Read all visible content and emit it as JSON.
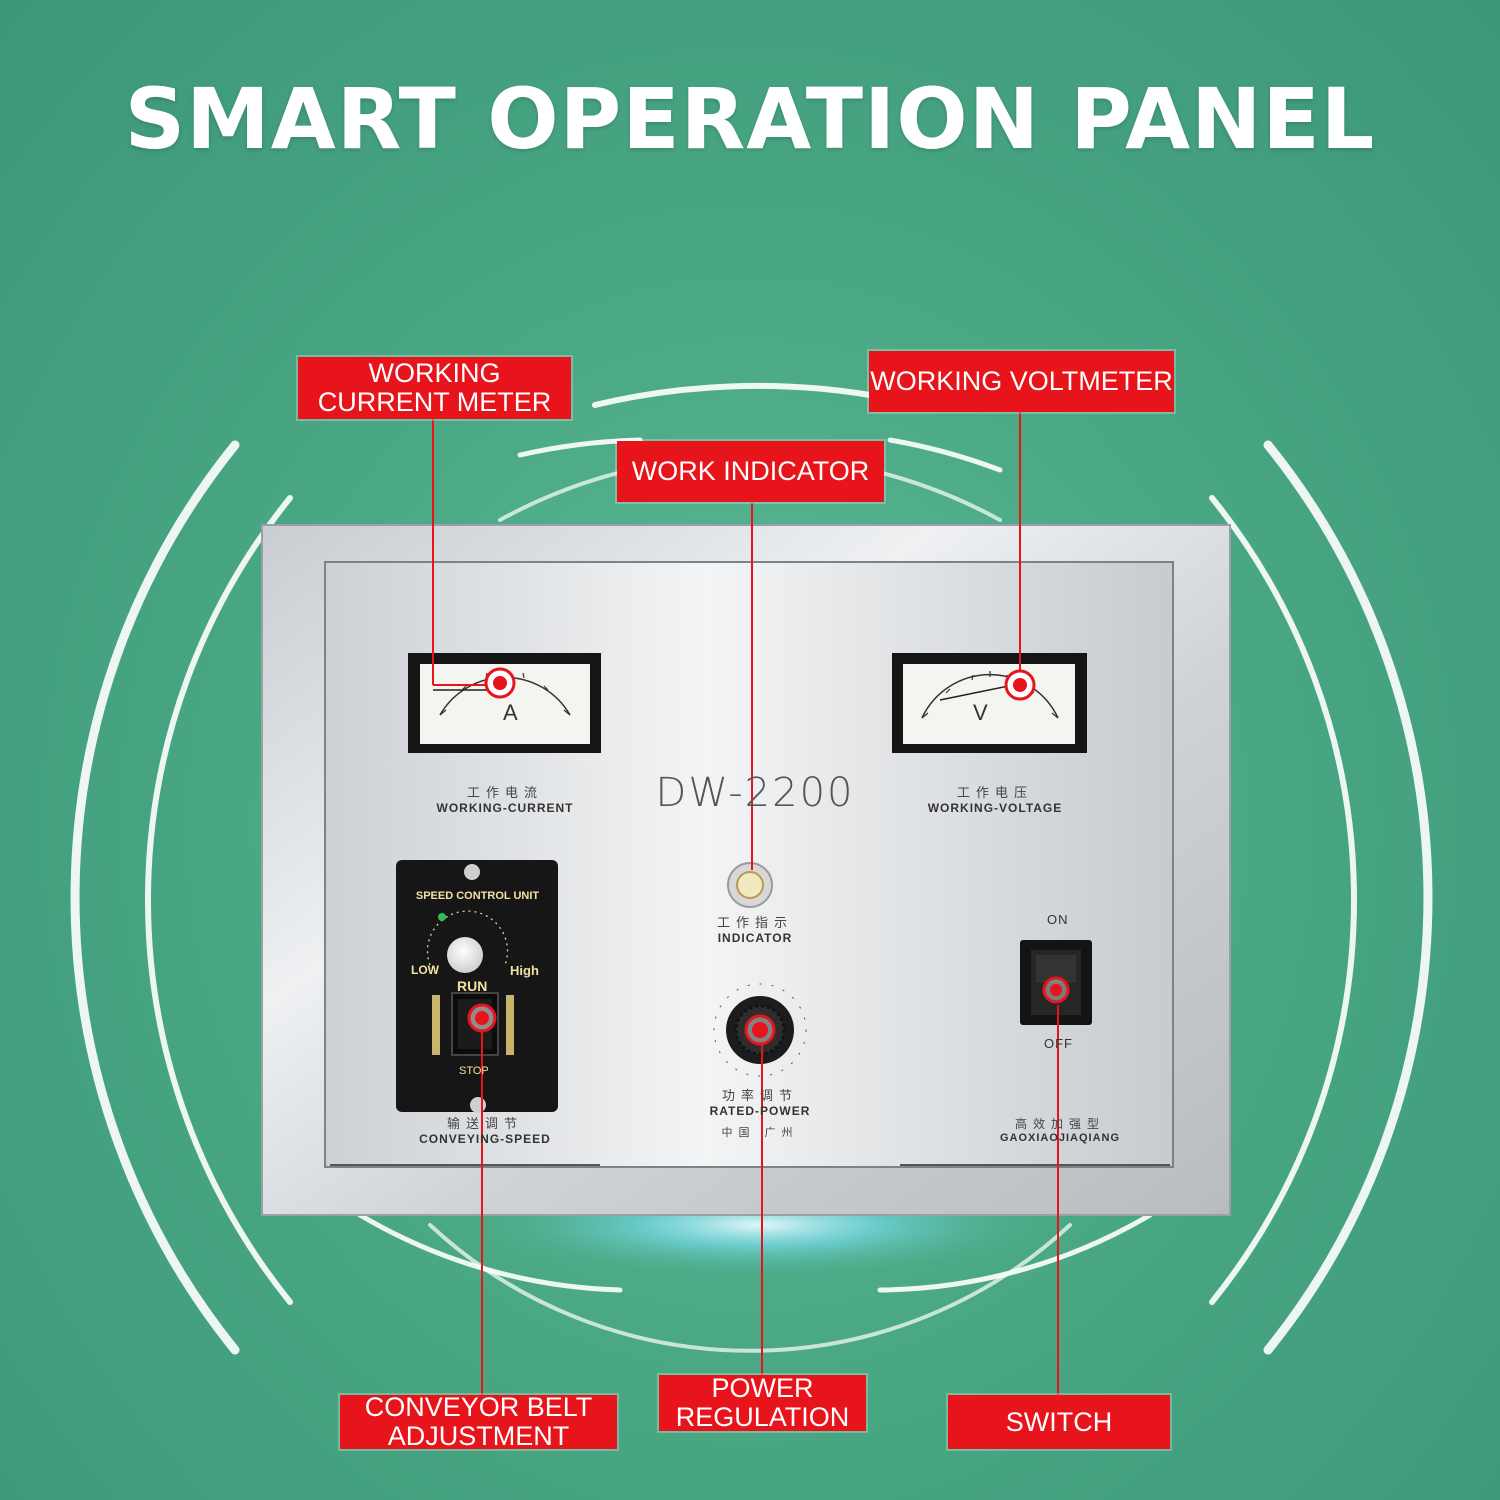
{
  "headline": "SMART OPERATION PANEL",
  "callouts": {
    "current_meter": [
      "WORKING",
      "CURRENT METER"
    ],
    "voltmeter": "WORKING VOLTMETER",
    "work_indicator": "WORK INDICATOR",
    "conveyor": [
      "CONVEYOR BELT",
      "ADJUSTMENT"
    ],
    "power": [
      "POWER",
      "REGULATION"
    ],
    "switch": "SWITCH"
  },
  "panel": {
    "model": "DW-2200",
    "current_cn": "工作电流",
    "current_label": "WORKING-CURRENT",
    "voltage_cn": "工作电压",
    "voltage_label": "WORKING-VOLTAGE",
    "ammeter_unit": "A",
    "voltmeter_unit": "V",
    "indicator_cn": "工作指示",
    "indicator_label": "INDICATOR",
    "speed_unit_title": "SPEED CONTROL UNIT",
    "speed_low": "LOW",
    "speed_high": "High",
    "speed_run": "RUN",
    "speed_stop": "STOP",
    "conveying_cn": "输送调节",
    "conveying_label": "CONVEYING-SPEED",
    "power_cn": "功率调节",
    "power_label": "RATED-POWER",
    "origin_cn": "中国 广州",
    "switch_on": "ON",
    "switch_off": "OFF",
    "brand_cn": "高效加强型",
    "brand_label": "GAOXIAOJIAQIANG"
  },
  "colors": {
    "background": "#4aa884",
    "callout": "#e8141b",
    "marker": "#e8141b",
    "panel": "#d9dcdf"
  }
}
